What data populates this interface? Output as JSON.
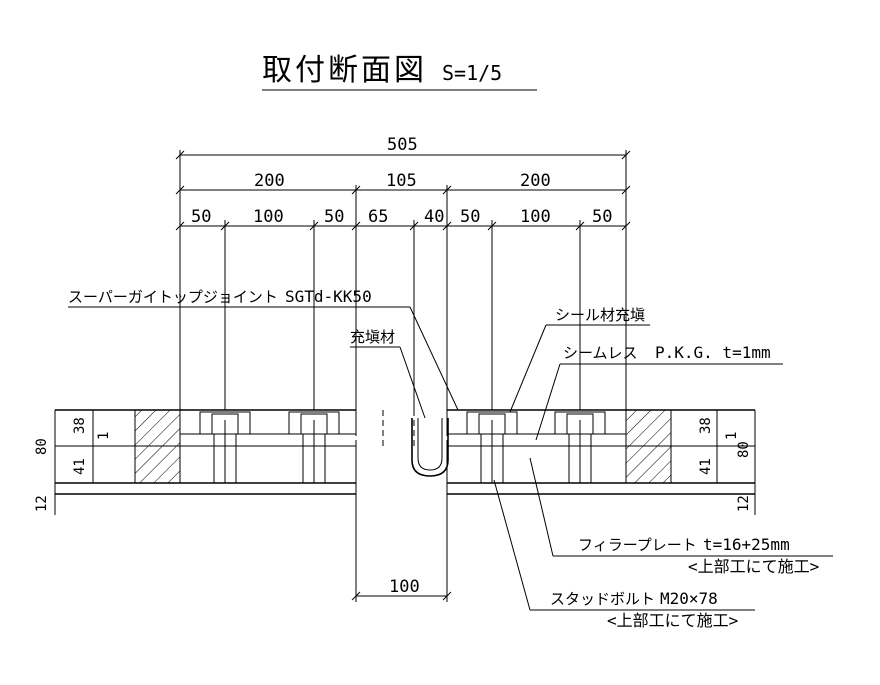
{
  "title": "取付断面図",
  "scale": "S=1/5",
  "dimensions": {
    "overall": "505",
    "left_section": "200",
    "center_section": "105",
    "right_section": "200",
    "left_subs": [
      "50",
      "100",
      "50"
    ],
    "center_subs": [
      "65",
      "40"
    ],
    "right_subs": [
      "50",
      "100",
      "50"
    ],
    "bottom_gap": "100",
    "left_vertical": {
      "total": "80",
      "top": "38",
      "mid": "1",
      "bottom": "41",
      "base": "12"
    },
    "right_vertical": {
      "total": "80",
      "top": "38",
      "mid": "1",
      "bottom": "41",
      "base": "12"
    }
  },
  "labels": {
    "joint_name": "スーパーガイトップジョイント",
    "joint_model": "SGTd-KK50",
    "filler": "充塡材",
    "seal": "シール材充塡",
    "seamless_name": "シームレス",
    "seamless_spec": "P.K.G. t=1mm",
    "filler_plate_name": "フィラープレート",
    "filler_plate_spec": "t=16+25mm",
    "filler_plate_note": "<上部工にて施工>",
    "stud_bolt_name": "スタッドボルト",
    "stud_bolt_spec": "M20×78",
    "stud_bolt_note": "<上部工にて施工>"
  }
}
